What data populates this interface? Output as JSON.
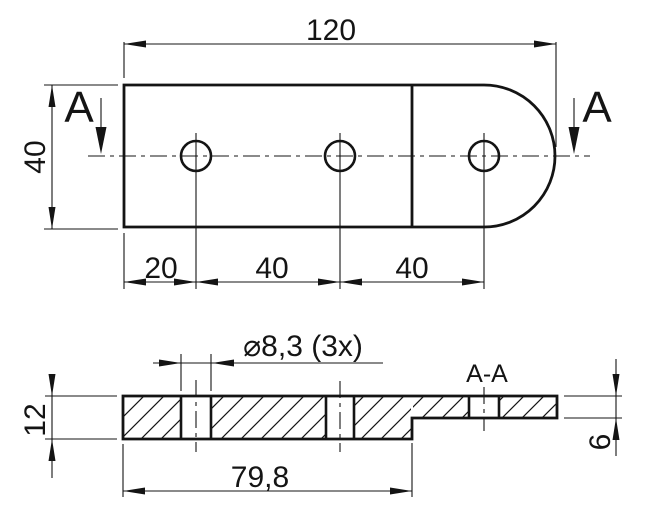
{
  "drawing": {
    "colors": {
      "line": "#141414",
      "background": "#ffffff"
    },
    "top_view": {
      "length_label": "120",
      "height_label": "40",
      "pitch_labels": [
        "20",
        "40",
        "40"
      ],
      "section_letter": "A"
    },
    "section_view": {
      "title": "A-A",
      "hole_note": "⌀8,3 (3x)",
      "total_thickness_label": "12",
      "flange_thickness_label": "6",
      "thick_length_label": "79,8"
    }
  }
}
